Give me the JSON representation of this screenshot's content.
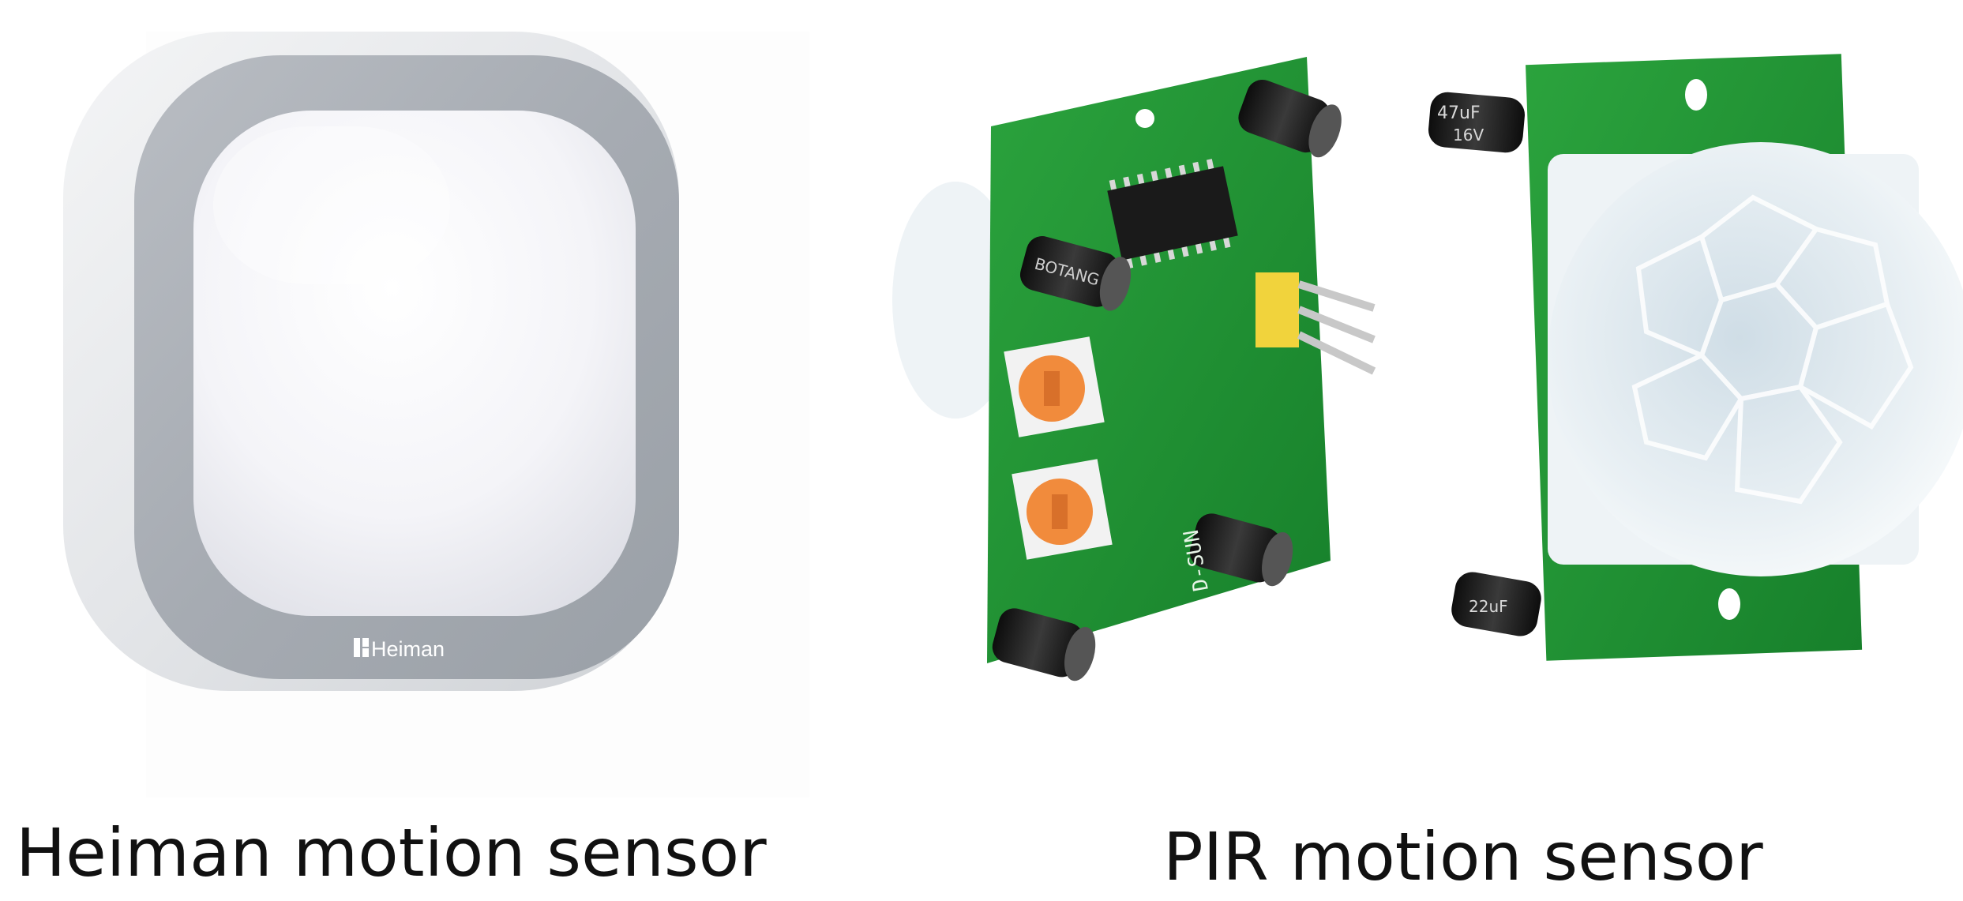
{
  "captions": {
    "heiman": "Heiman motion sensor",
    "pir": "PIR motion sensor"
  },
  "device_logo_text": "Heiman",
  "pcb_silkscreen": {
    "label": "D-SUN",
    "chip_brand": "BOTANG",
    "cap_47": "47uF",
    "cap_voltage": "16V",
    "cap_22": "22uF"
  },
  "colors": {
    "background": "#ffffff",
    "pcb_green": "#1f8f33",
    "pot_orange": "#f18b3c",
    "dome_white": "#eaf1f4",
    "housing_gray": "#a9aeb4"
  }
}
